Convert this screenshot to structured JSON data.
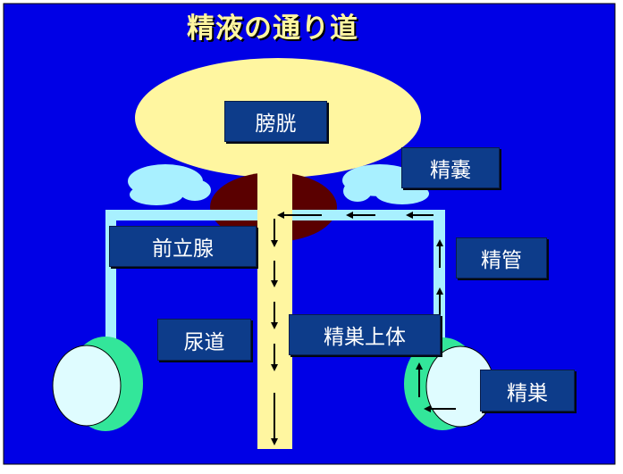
{
  "title": "精液の通り道",
  "labels": {
    "bladder": "膀胱",
    "seminal_vesicle": "精嚢",
    "prostate": "前立腺",
    "vas_deferens": "精管",
    "urethra": "尿道",
    "epididymis": "精巣上体",
    "testis": "精巣"
  },
  "icons": [
    "arrow-down-icon",
    "arrow-up-icon",
    "arrow-left-icon"
  ],
  "colors": {
    "background": "#0000e6",
    "bladder": "#fff6a0",
    "seminal_vesicle": "#a8f0ff",
    "prostate": "#5a0000",
    "duct": "#a8f0ff",
    "urethra": "#fff6a0",
    "testis": "#dffcff",
    "epididymis": "#33e69a",
    "label_box": "#0d3c8a",
    "title_text": "#fff6a0"
  }
}
